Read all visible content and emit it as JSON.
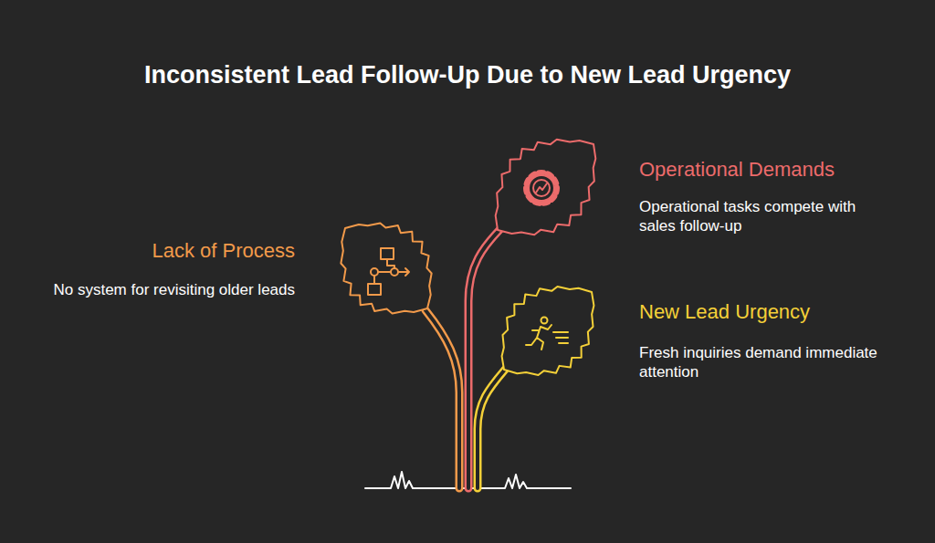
{
  "diagram": {
    "title": "Inconsistent Lead Follow-Up Due to New Lead Urgency",
    "labels": [
      "Operational Demands",
      "Operational tasks compete with sales follow-up",
      "Lack of Process",
      "No system for revisiting older leads",
      "New Lead Urgency",
      "Fresh inquiries demand immediate attention"
    ]
  }
}
